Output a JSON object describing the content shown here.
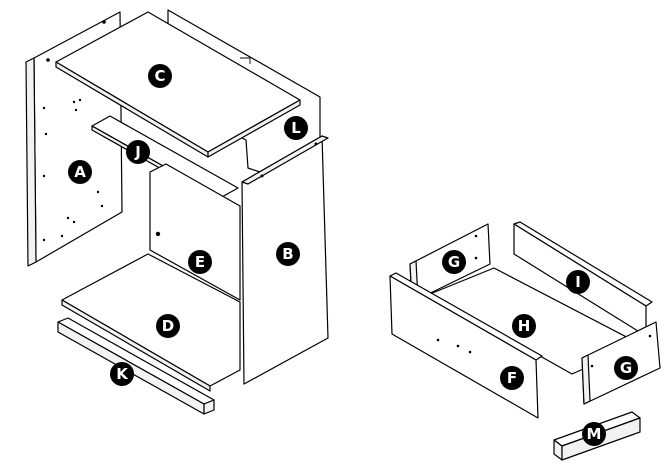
{
  "diagram": {
    "parts": [
      {
        "id": "A",
        "label": "A"
      },
      {
        "id": "B",
        "label": "B"
      },
      {
        "id": "C",
        "label": "C"
      },
      {
        "id": "D",
        "label": "D"
      },
      {
        "id": "E",
        "label": "E"
      },
      {
        "id": "F",
        "label": "F"
      },
      {
        "id": "G1",
        "label": "G"
      },
      {
        "id": "G2",
        "label": "G"
      },
      {
        "id": "H",
        "label": "H"
      },
      {
        "id": "I",
        "label": "I"
      },
      {
        "id": "J",
        "label": "J"
      },
      {
        "id": "K",
        "label": "K"
      },
      {
        "id": "L",
        "label": "L"
      },
      {
        "id": "M",
        "label": "M"
      }
    ]
  }
}
